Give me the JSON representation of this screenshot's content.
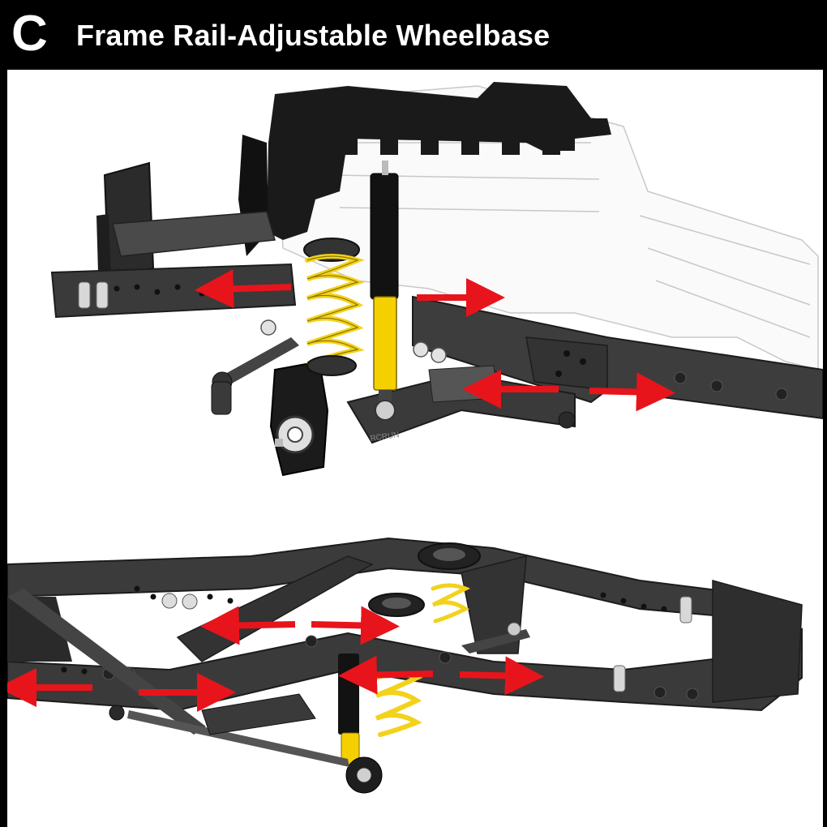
{
  "header": {
    "badge": "C",
    "title": "Frame Rail-Adjustable Wheelbase"
  },
  "illustration": {
    "brand_mark": "RCRUN"
  },
  "colors": {
    "background": "#000000",
    "panel": "#ffffff",
    "frame": "#3a3a3a",
    "arrow": "#e8141c",
    "spring": "#f2d21b",
    "shock": "#f5d000"
  },
  "icons": [
    "arrow-left-icon",
    "arrow-right-icon"
  ]
}
